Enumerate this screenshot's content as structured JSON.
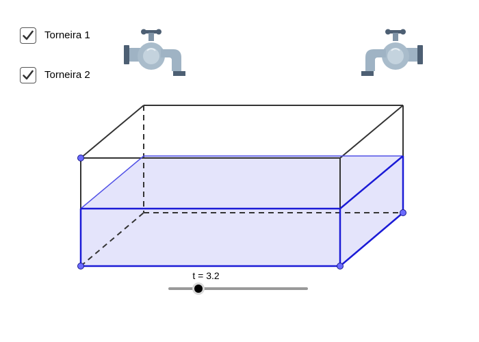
{
  "checkboxes": [
    {
      "label": "Torneira 1",
      "checked": true
    },
    {
      "label": "Torneira 2",
      "checked": true
    }
  ],
  "icons": {
    "faucet_left": "faucet-icon",
    "faucet_right": "faucet-icon",
    "check": "check-icon"
  },
  "slider": {
    "name": "t",
    "value": 3.2,
    "label": "t = 3.2"
  },
  "colors": {
    "water_fill": "#e4e4fb",
    "water_edge": "#1a1ad6",
    "box_edge": "#333333",
    "point": "#6b6bff",
    "slider_track": "#999999",
    "faucet_body": "#9fb3c4",
    "faucet_dark": "#4d5f73"
  }
}
